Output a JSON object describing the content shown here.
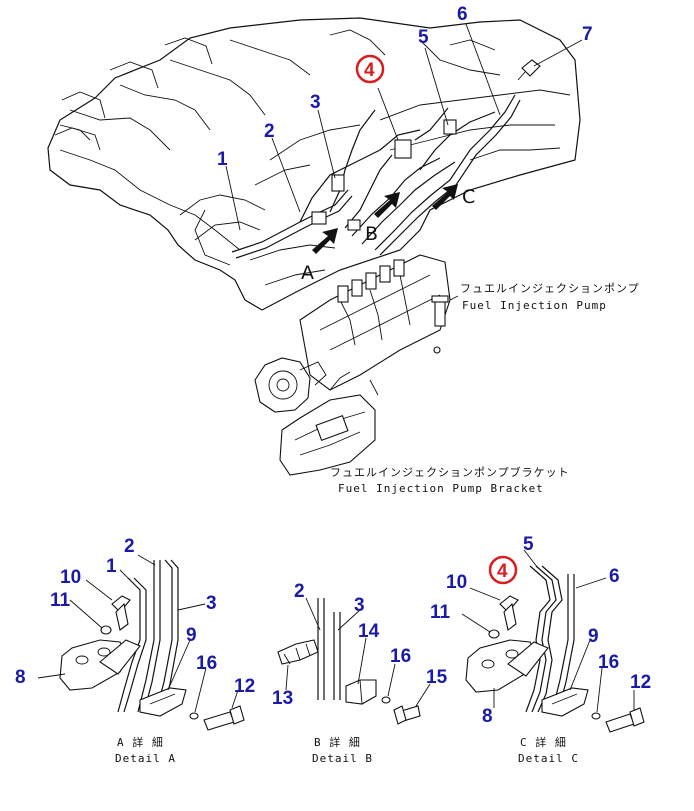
{
  "diagram": {
    "callouts": {
      "c1": "1",
      "c2": "2",
      "c3": "3",
      "c4": "4",
      "c5": "5",
      "c6": "6",
      "c7": "7"
    },
    "detail_markers": {
      "a": "A",
      "b": "B",
      "c": "C"
    },
    "pump_label": {
      "jp": "フュエルインジェクションポンプ",
      "en": "Fuel Injection Pump"
    },
    "bracket_label": {
      "jp": "フュエルインジェクションポンプブラケット",
      "en": "Fuel Injection Pump Bracket"
    },
    "detail_a": {
      "callouts": [
        "2",
        "1",
        "10",
        "11",
        "3",
        "9",
        "8",
        "16",
        "12"
      ],
      "title_jp": "A 詳 細",
      "title_en": "Detail A"
    },
    "detail_b": {
      "callouts": [
        "2",
        "3",
        "14",
        "16",
        "13",
        "15"
      ],
      "title_jp": "B 詳 細",
      "title_en": "Detail B"
    },
    "detail_c": {
      "callouts": [
        "5",
        "4",
        "6",
        "10",
        "11",
        "9",
        "16",
        "12",
        "8"
      ],
      "title_jp": "C 詳 細",
      "title_en": "Detail C"
    },
    "colors": {
      "callout": "#1a1aa8",
      "highlight": "#d81e1e",
      "line": "#111111"
    }
  }
}
